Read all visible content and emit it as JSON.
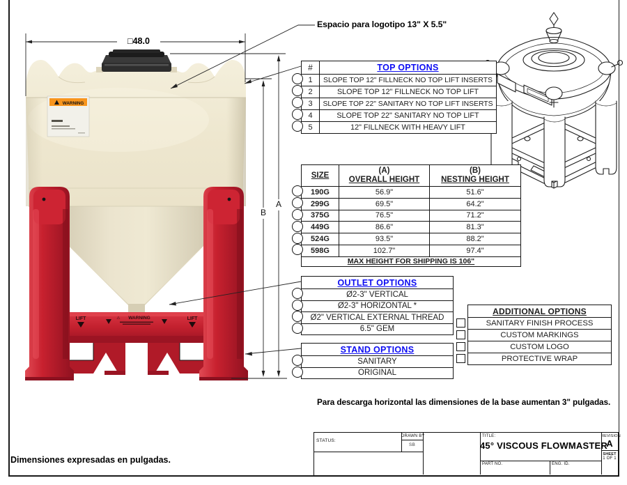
{
  "annotations": {
    "logo_space": "Espacio para logotipo  13\" X 5.5\"",
    "width_dim": "□48.0",
    "dim_a": "A",
    "dim_b": "B",
    "base_note": "Para descarga horizontal las dimensiones de la base aumentan 3\" pulgadas.",
    "units_note": "Dimensiones expresadas en pulgadas."
  },
  "icons": {
    "warning_triangle": "⚠",
    "square_symbol": "□"
  },
  "tank": {
    "warning_label": "WARNING",
    "lift_label": "LIFT"
  },
  "tables": {
    "top_options": {
      "hash_header": "#",
      "title": "TOP OPTIONS",
      "rows": [
        {
          "num": "1",
          "label": "SLOPE TOP 12\" FILLNECK NO TOP LIFT INSERTS"
        },
        {
          "num": "2",
          "label": "SLOPE TOP 12\" FILLNECK NO TOP LIFT"
        },
        {
          "num": "3",
          "label": "SLOPE TOP 22\" SANITARY NO TOP LIFT INSERTS"
        },
        {
          "num": "4",
          "label": "SLOPE TOP 22\" SANITARY NO TOP LIFT"
        },
        {
          "num": "5",
          "label": "12\" FILLNECK WITH HEAVY LIFT"
        }
      ]
    },
    "size_table": {
      "size_header": "SIZE",
      "col_a_line1": "(A)",
      "col_a_line2": "OVERALL HEIGHT",
      "col_b_line1": "(B)",
      "col_b_line2": "NESTING HEIGHT",
      "rows": [
        {
          "size": "190G",
          "overall": "56.9\"",
          "nesting": "51.6\""
        },
        {
          "size": "299G",
          "overall": "69.5\"",
          "nesting": "64.2\""
        },
        {
          "size": "375G",
          "overall": "76.5\"",
          "nesting": "71.2\""
        },
        {
          "size": "449G",
          "overall": "86.6\"",
          "nesting": "81.3\""
        },
        {
          "size": "524G",
          "overall": "93.5\"",
          "nesting": "88.2\""
        },
        {
          "size": "598G",
          "overall": "102.7\"",
          "nesting": "97.4\""
        }
      ],
      "footer": "MAX HEIGHT FOR SHIPPING IS 106\""
    },
    "outlet_options": {
      "title": "OUTLET OPTIONS",
      "rows": [
        "Ø2-3\" VERTICAL",
        "Ø2-3\" HORIZONTAL  *",
        "Ø2\" VERTICAL EXTERNAL THREAD",
        "6.5\" GEM"
      ]
    },
    "stand_options": {
      "title": "STAND OPTIONS",
      "rows": [
        "SANITARY",
        "ORIGINAL"
      ]
    },
    "additional_options": {
      "title": "ADDITIONAL OPTIONS",
      "rows": [
        "SANITARY FINISH PROCESS",
        "CUSTOM MARKINGS",
        "CUSTOM LOGO",
        "PROTECTIVE WRAP"
      ]
    }
  },
  "title_block": {
    "status_label": "STATUS:",
    "drawn_by_label": "DRAWN BY",
    "drawn_by_value": "SB",
    "title_label": "TITLE:",
    "title": "45° VISCOUS FLOWMASTER",
    "part_no_label": "PART NO.",
    "eng_id_label": "ENG. ID.",
    "revision_label": "REVISION",
    "revision_value": "A",
    "sheet_label": "SHEET",
    "sheet_value": "1 OF 1"
  },
  "colors": {
    "accent_blue": "#0d0df2",
    "stand_red": "#c2202e",
    "tank_cream": "#ece4cb",
    "warning_orange": "#f8951d"
  }
}
